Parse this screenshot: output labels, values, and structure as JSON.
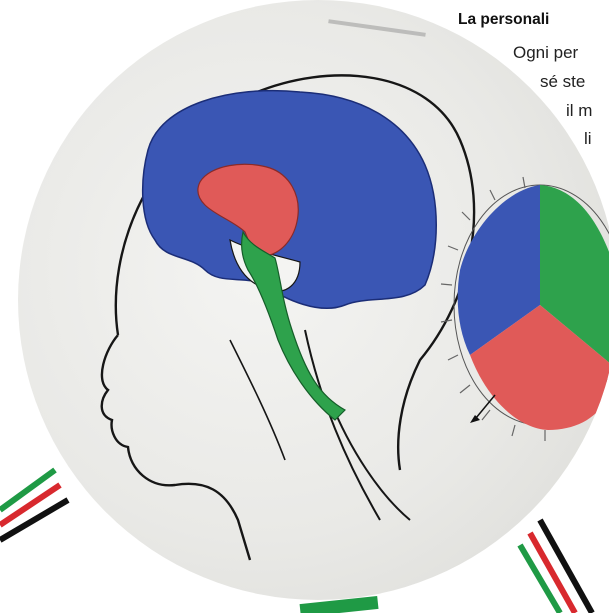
{
  "heading": "La personali",
  "lines": [
    "Ogni per",
    "sé ste",
    "il m",
    "li"
  ],
  "colors": {
    "blue": "#3a56b4",
    "red": "#e05a58",
    "green": "#2ea24c",
    "stripe_green": "#1f9a45",
    "stripe_red": "#d8292e",
    "stripe_black": "#111111"
  },
  "icons": [
    "brain-diagram",
    "pie-wheel-diagram",
    "flag-stripes"
  ]
}
